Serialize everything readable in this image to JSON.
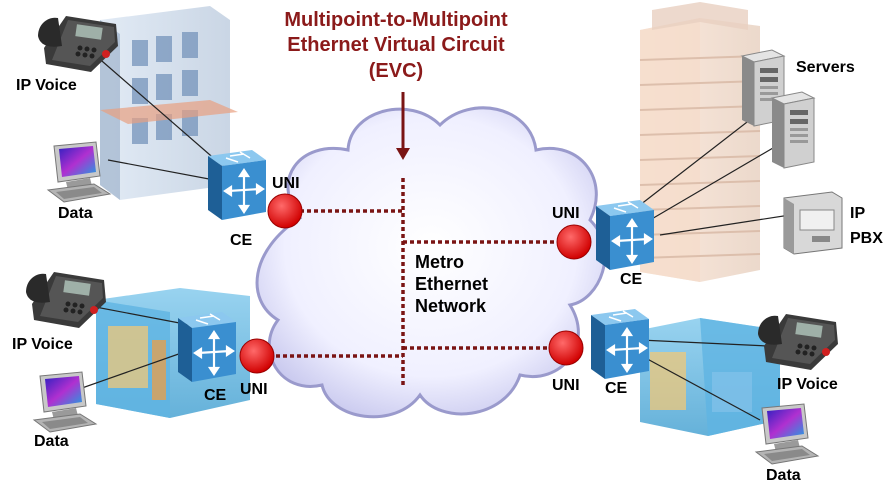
{
  "title": {
    "line1": "Multipoint-to-Multipoint",
    "line2": "Ethernet Virtual Circuit",
    "line3": "(EVC)"
  },
  "cloud": {
    "line1": "Metro",
    "line2": "Ethernet",
    "line3": "Network"
  },
  "labels": {
    "uni": "UNI",
    "ce": "CE",
    "ip_voice": "IP Voice",
    "data": "Data",
    "servers": "Servers",
    "ip_pbx_line1": "IP",
    "ip_pbx_line2": "PBX"
  },
  "colors": {
    "title": "#8b1a1a",
    "evc_line": "#7a1414",
    "uni_dot": "#e01010",
    "switch": "#3a8fd0",
    "cloud_fill": "#f2f2ff",
    "cloud_stroke": "#9a9acc"
  },
  "icons": [
    "building-icon",
    "tower-icon",
    "storefront-icon",
    "phone-icon",
    "computer-icon",
    "server-icon",
    "pbx-icon",
    "switch-icon"
  ]
}
